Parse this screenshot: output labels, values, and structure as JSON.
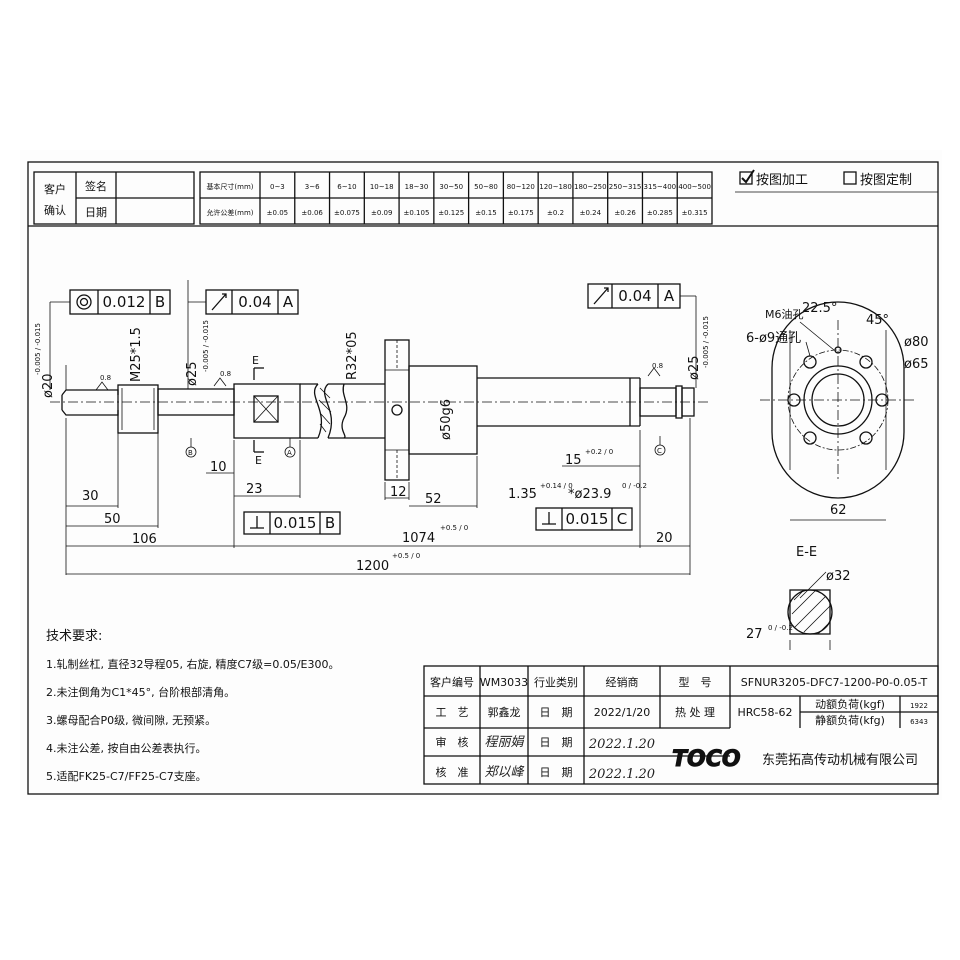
{
  "header": {
    "customer_confirm_label": "客户\n确认",
    "customer_label": "客户",
    "confirm_label": "确认",
    "sign_label": "签名",
    "date_label": "日期",
    "basic_size_label": "基本尺寸(mm)",
    "tolerance_label": "允许公差(mm)",
    "size_ranges": [
      "0~3",
      "3~6",
      "6~10",
      "10~18",
      "18~30",
      "30~50",
      "50~80",
      "80~120",
      "120~180",
      "180~250",
      "250~315",
      "315~400",
      "400~500"
    ],
    "tolerances": [
      "±0.05",
      "±0.06",
      "±0.075",
      "±0.09",
      "±0.105",
      "±0.125",
      "±0.15",
      "±0.175",
      "±0.2",
      "±0.24",
      "±0.26",
      "±0.285",
      "±0.315"
    ],
    "option_drawing": "按图加工",
    "option_custom": "按图定制",
    "option_drawing_checked": true,
    "option_custom_checked": false
  },
  "drawing": {
    "gdt_left_value": "0.012",
    "gdt_left_datum": "B",
    "gdt_mid_value": "0.04",
    "gdt_mid_datum": "A",
    "gdt_right_value": "0.04",
    "gdt_right_datum": "A",
    "gdt_perp1_value": "0.015",
    "gdt_perp1_datum": "B",
    "gdt_perp2_value": "0.015",
    "gdt_perp2_datum": "C",
    "dia20": "ø20",
    "dia20_tol": "-0.005 / -0.015",
    "m25": "M25*1.5",
    "dia25": "ø25",
    "dia25_tol": "-0.005 / -0.015",
    "r32": "R32*05",
    "dia50": "ø50g6",
    "dia25_right": "ø25",
    "dia25_right_tol": "-0.005 / -0.015",
    "section_mark": "E",
    "roughness": "0.8",
    "datum_b": "B",
    "datum_a": "A",
    "datum_c": "C",
    "dim_10": "10",
    "dim_23": "23",
    "dim_30": "30",
    "dim_50": "50",
    "dim_106": "106",
    "dim_12": "12",
    "dim_52": "52",
    "dim_15": "15",
    "dim_15_tol": "+0.2 / 0",
    "groove": "1.35",
    "groove_tol": "+0.14 / 0",
    "groove_dia": "*ø23.9",
    "groove_dia_tol": "0 / -0.2",
    "dim_1074": "1074",
    "dim_1074_tol": "+0.5 / 0",
    "dim_20": "20",
    "dim_1200": "1200",
    "dim_1200_tol": "+0.5 / 0",
    "flange_oil": "M6油孔",
    "flange_holes": "6-ø9通孔",
    "angle1": "22.5°",
    "angle2": "45°",
    "flange_d80": "ø80",
    "flange_d65": "ø65",
    "flange_62": "62",
    "section_title": "E-E",
    "section_dia": "ø32",
    "section_27": "27",
    "section_27_tol": "0 / -0.2"
  },
  "requirements": {
    "title": "技术要求:",
    "items": [
      "1.轧制丝杠, 直径32导程05, 右旋, 精度C7级=0.05/E300。",
      "2.未注倒角为C1*45°, 台阶根部清角。",
      "3.螺母配合P0级, 微间隙, 无预紧。",
      "4.未注公差, 按自由公差表执行。",
      "5.适配FK25-C7/FF25-C7支座。"
    ]
  },
  "title_block": {
    "customer_no_label": "客户编号",
    "customer_no": "WM3033",
    "industry_label": "行业类别",
    "industry_value": "",
    "dealer_label": "经销商",
    "model_label": "型　号",
    "model_value": "SFNUR3205-DFC7-1200-P0-0.05-T",
    "process_label": "工　艺",
    "process_person": "郭鑫龙",
    "date_label": "日　期",
    "process_date": "2022/1/20",
    "heat_label": "热 处 理",
    "heat_value": "HRC58-62",
    "dynamic_label": "动额负荷(kgf)",
    "dynamic_value": "1922",
    "static_label": "静额负荷(kfg)",
    "static_value": "6343",
    "review_label": "审　核",
    "review_sign": "程丽娟",
    "review_date": "2022.1.20",
    "approve_label": "核　准",
    "approve_sign": "郑以峰",
    "approve_date": "2022.1.20",
    "brand": "TOCO",
    "company": "东莞拓高传动机械有限公司"
  }
}
